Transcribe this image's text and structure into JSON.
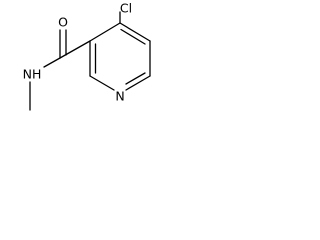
{
  "molecule": {
    "atoms": {
      "chlorine": "Cl",
      "carbonyl_oxygen": "O",
      "amide_nitrogen": "NH",
      "pyridine_nitrogen": "N"
    },
    "colors": {
      "bond": "#000000",
      "label": "#000000",
      "background": "#ffffff"
    }
  }
}
